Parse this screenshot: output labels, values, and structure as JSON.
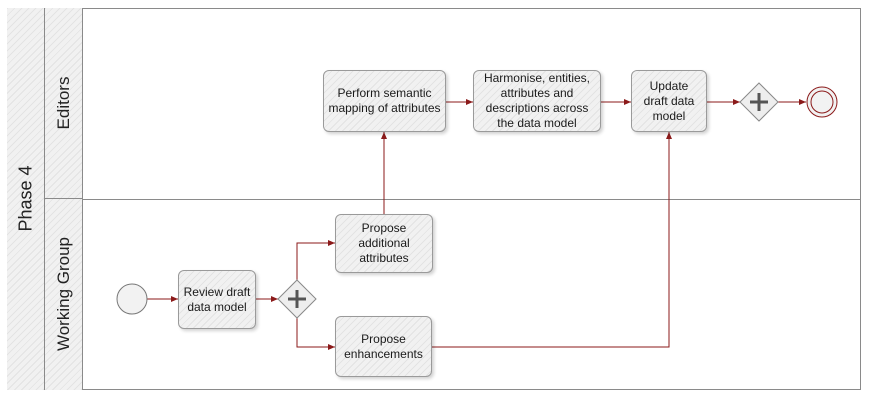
{
  "pool": {
    "label": "Phase 4"
  },
  "lanes": [
    {
      "label": "Editors"
    },
    {
      "label": "Working Group"
    }
  ],
  "tasks": {
    "review": "Review draft data model",
    "propose_attributes": "Propose additional attributes",
    "propose_enhancements": "Propose enhancements",
    "semantic_mapping": "Perform semantic mapping  of attributes",
    "harmonise": "Harmonise, entities, attributes and descriptions across the data model",
    "update": "Update draft data model"
  },
  "colors": {
    "flow": "#8b1a1a",
    "gateway_fill": "#eeeeee",
    "task_fill": "#f2f2f2",
    "border": "#8a8a8a"
  }
}
